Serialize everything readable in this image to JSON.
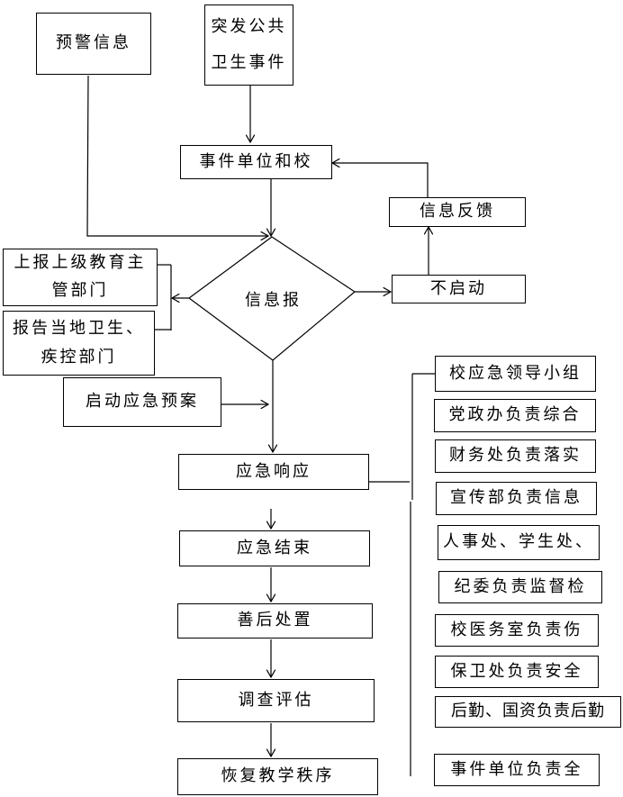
{
  "nodes": {
    "warning_info": "预警信息",
    "public_health_event_line1": "突发公共",
    "public_health_event_line2": "卫生事件",
    "event_unit_and_school": "事件单位和校",
    "info_feedback": "信息反馈",
    "info_report": "信息报",
    "not_start": "不启动",
    "report_education_line1": "上报上级教育主",
    "report_education_line2": "管部门",
    "report_health_line1": "报告当地卫生、",
    "report_health_line2": "疾控部门",
    "start_plan": "启动应急预案",
    "emergency_response": "应急响应",
    "emergency_end": "应急结束",
    "aftermath": "善后处置",
    "investigation": "调查评估",
    "restore_order": "恢复教学秩序"
  },
  "responsibilities": [
    "校应急领导小组",
    "党政办负责综合",
    "财务处负责落实",
    "宣传部负责信息",
    "人事处、学生处、",
    "纪委负责监督检",
    "校医务室负责伤",
    "保卫处负责安全",
    "后勤、国资负责后勤",
    "事件单位负责全"
  ]
}
